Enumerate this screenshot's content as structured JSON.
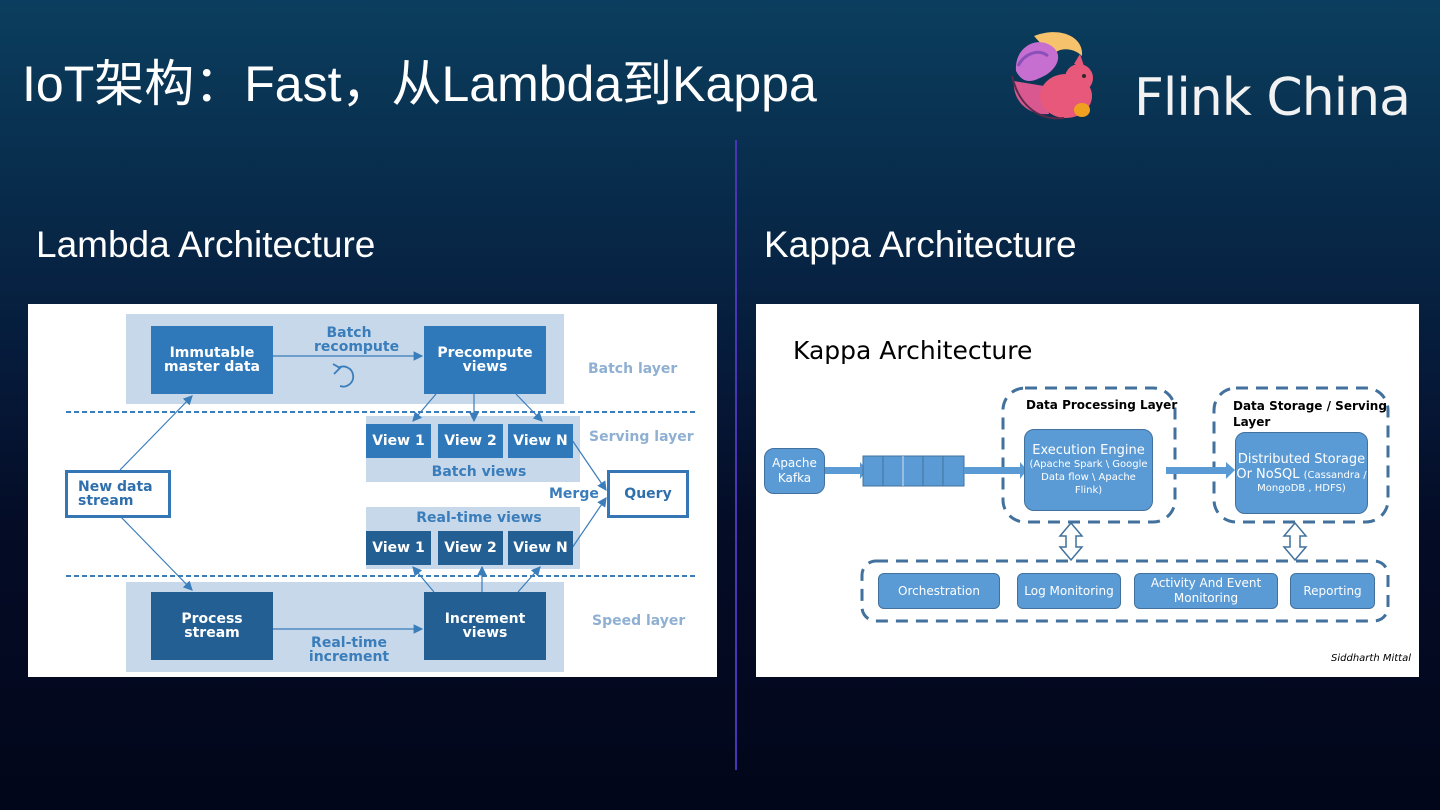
{
  "slide": {
    "title": "IoT架构：Fast，从Lambda到Kappa",
    "logo_text": "Flink China",
    "logo_icon": "squirrel-logo-icon"
  },
  "lambda": {
    "section_title": "Lambda Architecture",
    "boxes": {
      "immutable_master_data": [
        "Immutable",
        "master data"
      ],
      "precompute_views": [
        "Precompute",
        "views"
      ],
      "new_data_stream": [
        "New data",
        "stream"
      ],
      "query": "Query",
      "process_stream": [
        "Process",
        "stream"
      ],
      "increment_views": [
        "Increment",
        "views"
      ]
    },
    "batch_recompute": [
      "Batch",
      "recompute"
    ],
    "realtime_increment": [
      "Real-time",
      "increment"
    ],
    "merge": "Merge",
    "batch_views_label": "Batch views",
    "realtime_views_label": "Real-time views",
    "batch_views": [
      "View 1",
      "View 2",
      "View N"
    ],
    "realtime_views": [
      "View 1",
      "View 2",
      "View N"
    ],
    "layers": {
      "batch": "Batch layer",
      "serving": "Serving layer",
      "speed": "Speed layer"
    }
  },
  "kappa": {
    "section_title": "Kappa Architecture",
    "diagram_title": "Kappa Architecture",
    "kafka": [
      "Apache",
      "Kafka"
    ],
    "processing_layer_label": "Data Processing Layer",
    "execution_engine": {
      "title": "Execution Engine",
      "detail": [
        "(Apache Spark \\ Google",
        "Data flow \\ Apache",
        "Flink)"
      ]
    },
    "storage_layer_label": [
      "Data Storage / Serving",
      "Layer"
    ],
    "storage": {
      "title": [
        "Distributed Storage",
        "Or NoSQL"
      ],
      "detail_inline": "(Cassandra /",
      "detail": "MongoDB , HDFS)"
    },
    "bottom_items": [
      {
        "label": [
          "Orchestration"
        ]
      },
      {
        "label": [
          "Log Monitoring"
        ]
      },
      {
        "label": [
          "Activity And Event",
          "Monitoring"
        ]
      },
      {
        "label": [
          "Reporting"
        ]
      }
    ],
    "credit": "Siddharth Mittal"
  }
}
